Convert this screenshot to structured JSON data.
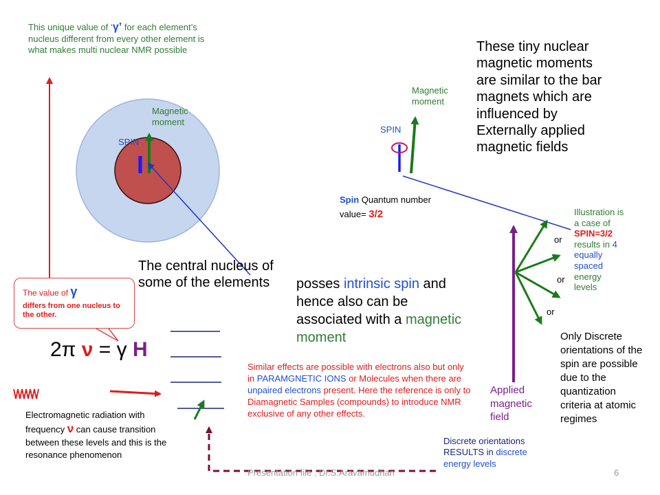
{
  "top_note": {
    "prefix": "This unique value of ‘",
    "gamma": "γ’",
    "rest": " for each element’s nucleus different from every other element is what makes multi nuclear NMR possible"
  },
  "left_diagram": {
    "magnetic_moment": "Magnetic moment",
    "spin": "SPIN",
    "spin_symbol": "I"
  },
  "right_diagram": {
    "magnetic_moment": "Magnetic moment",
    "spin": "SPIN"
  },
  "bar_magnets_note": "These tiny nuclear magnetic moments are similar to the bar magnets which are influenced by Externally applied magnetic fields",
  "spin_quantum": {
    "spin_word": "Spin",
    "rest": " Quantum number value= ",
    "value": "3/2"
  },
  "illustration": {
    "l1": "Illustration is",
    "l2": "a case of",
    "l3": "SPIN=3/2",
    "l4a": "results in ",
    "l4b": "4",
    "l5": "equally",
    "l6": "spaced",
    "l7": "energy",
    "l8": "levels"
  },
  "or_labels": [
    "or",
    "or",
    "or"
  ],
  "central_nucleus": "The central nucleus of some of the elements",
  "posses": {
    "p1": "posses ",
    "p2": "intrinsic spin",
    "p3": " and hence also can be associated with a ",
    "p4": "magnetic moment"
  },
  "callout": {
    "prefix": "The value of ",
    "gamma": "γ",
    "rest": "differs from one nucleus to the other."
  },
  "equation": {
    "left": "2π ",
    "nu": "ν",
    "mid": " = γ ",
    "h": "H"
  },
  "paramagnetic": {
    "a": "Similar effects are possible with electrons also but only in ",
    "b": "PARAMGNETIC IONS",
    "c": " or Molecules when there are ",
    "d": "unpaired electrons",
    "e": " present. Here the reference is only to Diamagnetic Samples (compounds) to introduce NMR exclusive of any other effects."
  },
  "applied_field": "Applied magnetic field",
  "discrete_orientations": "Only Discrete orientations of the spin are possible due to the quantization criteria at atomic regimes",
  "em_radiation": {
    "a": "Electromagnetic radiation with",
    "b": "frequency ",
    "nu": "ν",
    "c": " can cause transition between these levels and this is the resonance phenomenon"
  },
  "discrete_results": {
    "a": "Discrete orientations RESULTS in ",
    "b": "discrete energy levels"
  },
  "footer": "Presentation file : Dr.S.Aravamudhan",
  "page_number": "6",
  "colors": {
    "outer_circle": "#c6d6ee",
    "nucleus": "#c0504d",
    "green_arrow": "#1b7a1b",
    "blue_arrow": "#1a1aff",
    "red_arrow": "#e01b1b",
    "purple_arrow": "#7a1f8a",
    "navy_line": "#1f35c4"
  }
}
